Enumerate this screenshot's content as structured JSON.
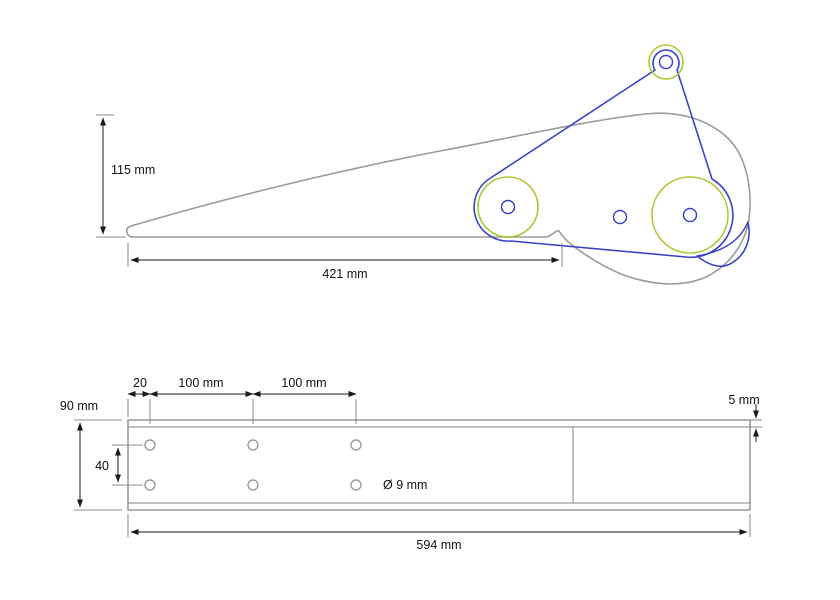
{
  "colors": {
    "outline_gray": "#9b9b9b",
    "cable_blue": "#3a45c6",
    "pulley_green": "#a8ca35",
    "dimension_black": "#1a1a1a"
  },
  "profile_view": {
    "height_dim": "115 mm",
    "length_dim": "421 mm"
  },
  "plate_view": {
    "width_dim": "90 mm",
    "edge_offset_dim": "20",
    "hole_pitch_dim_1": "100 mm",
    "hole_pitch_dim_2": "100 mm",
    "flange_thickness_dim": "5 mm",
    "hole_row_spacing_dim": "40",
    "hole_diameter_label": "Ø 9 mm",
    "overall_length_dim": "594 mm"
  }
}
